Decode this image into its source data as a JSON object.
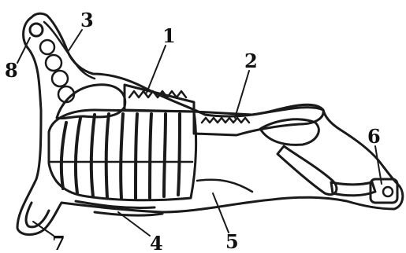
{
  "diagram": {
    "labels": [
      {
        "id": "label-1",
        "text": "1"
      },
      {
        "id": "label-2",
        "text": "2"
      },
      {
        "id": "label-3",
        "text": "3"
      },
      {
        "id": "label-4",
        "text": "4"
      },
      {
        "id": "label-5",
        "text": "5"
      },
      {
        "id": "label-6",
        "text": "6"
      },
      {
        "id": "label-7",
        "text": "7"
      },
      {
        "id": "label-8",
        "text": "8"
      }
    ],
    "colors": {
      "ink": "#1a1a1a",
      "paper": "#ffffff"
    }
  }
}
